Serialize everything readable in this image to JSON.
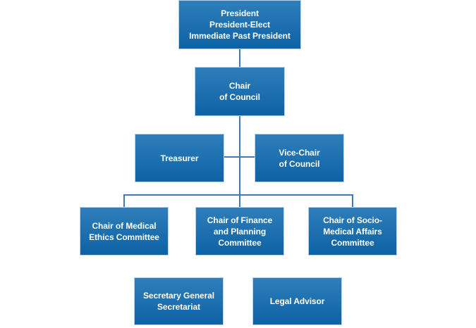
{
  "org_chart": {
    "type": "organizational-chart",
    "nodes": [
      {
        "id": "president_group",
        "label": "President\nPresident-Elect\nImmediate Past President"
      },
      {
        "id": "chair_of_council",
        "label": "Chair\nof Council"
      },
      {
        "id": "treasurer",
        "label": "Treasurer"
      },
      {
        "id": "vice_chair_of_council",
        "label": "Vice-Chair\nof Council"
      },
      {
        "id": "chair_medical_ethics",
        "label": "Chair of Medical\nEthics Committee"
      },
      {
        "id": "chair_finance_planning",
        "label": "Chair of Finance\nand Planning\nCommittee"
      },
      {
        "id": "chair_socio_medical",
        "label": "Chair of Socio-\nMedical Affairs\nCommittee"
      },
      {
        "id": "secretary_general_secretariat",
        "label": "Secretary General\nSecretariat"
      },
      {
        "id": "legal_advisor",
        "label": "Legal Advisor"
      }
    ],
    "edges": [
      {
        "from": "president_group",
        "to": "chair_of_council"
      },
      {
        "from": "chair_of_council",
        "to": "treasurer"
      },
      {
        "from": "chair_of_council",
        "to": "vice_chair_of_council"
      },
      {
        "from": "chair_of_council",
        "to": "chair_medical_ethics"
      },
      {
        "from": "chair_of_council",
        "to": "chair_finance_planning"
      },
      {
        "from": "chair_of_council",
        "to": "chair_socio_medical"
      }
    ],
    "unconnected_nodes": [
      "secretary_general_secretariat",
      "legal_advisor"
    ],
    "colors": {
      "box_gradient_top": "#2f7eba",
      "box_gradient_bottom": "#0d62a5",
      "box_border": "#b9d2e9",
      "connector": "#3c7cb8",
      "text": "#ffffff",
      "background": "#ffffff"
    }
  }
}
